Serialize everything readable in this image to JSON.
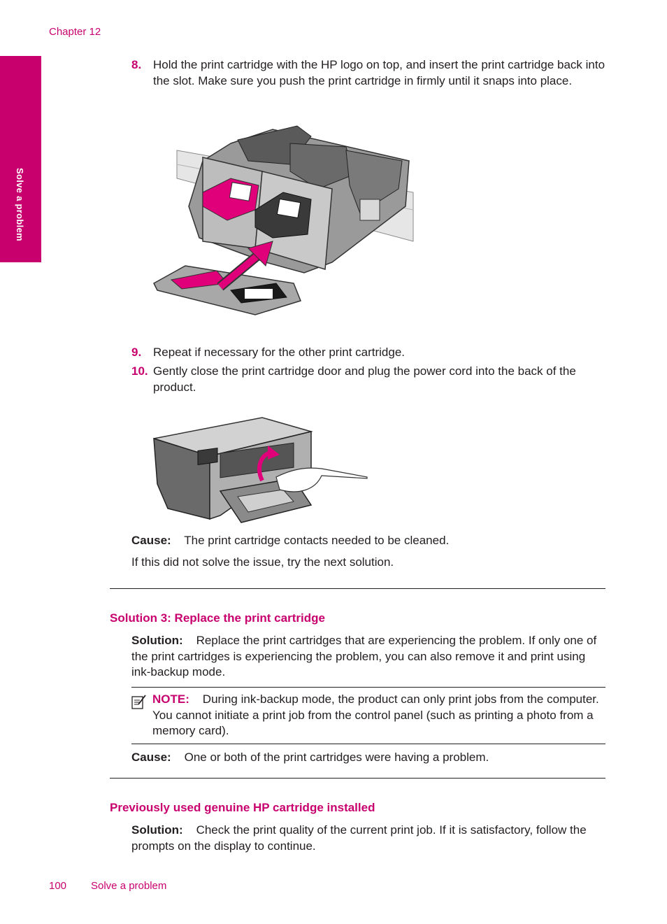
{
  "header": {
    "chapter": "Chapter 12"
  },
  "side_tab": {
    "label": "Solve a problem"
  },
  "steps": [
    {
      "number": "8.",
      "text": "Hold the print cartridge with the HP logo on top, and insert the print cartridge back into the slot. Make sure you push the print cartridge in firmly until it snaps into place."
    },
    {
      "number": "9.",
      "text": "Repeat if necessary for the other print cartridge."
    },
    {
      "number": "10.",
      "text": "Gently close the print cartridge door and plug the power cord into the back of the product."
    }
  ],
  "cause1": {
    "label": "Cause:",
    "text": "The print cartridge contacts needed to be cleaned."
  },
  "next_solution": "If this did not solve the issue, try the next solution.",
  "solution3": {
    "heading": "Solution 3: Replace the print cartridge",
    "label": "Solution:",
    "text": "Replace the print cartridges that are experiencing the problem. If only one of the print cartridges is experiencing the problem, you can also remove it and print using ink-backup mode.",
    "note_label": "NOTE:",
    "note_text": "During ink-backup mode, the product can only print jobs from the computer. You cannot initiate a print job from the control panel (such as printing a photo from a memory card).",
    "cause_label": "Cause:",
    "cause_text": "One or both of the print cartridges were having a problem."
  },
  "section2": {
    "heading": "Previously used genuine HP cartridge installed",
    "label": "Solution:",
    "text": "Check the print quality of the current print job. If it is satisfactory, follow the prompts on the display to continue."
  },
  "footer": {
    "page_number": "100",
    "section": "Solve a problem"
  },
  "colors": {
    "accent": "#c8006e",
    "text": "#231f20"
  },
  "icons": [
    "note-icon"
  ]
}
